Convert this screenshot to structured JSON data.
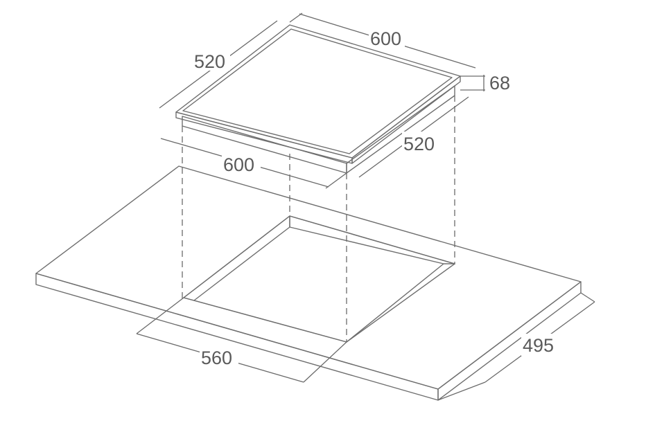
{
  "dimensions": {
    "hob_width": "600",
    "hob_depth": "520",
    "hob_front_width": "600",
    "hob_side_depth": "520",
    "hob_height": "68",
    "cutout_width": "560",
    "cutout_depth": "495"
  },
  "colors": {
    "line": "#6e6e6e",
    "text": "#5a5a5a",
    "surface_light": "#f6f6f6",
    "surface_dark": "#d9d9d9",
    "edge_face": "#cfcfcf"
  }
}
